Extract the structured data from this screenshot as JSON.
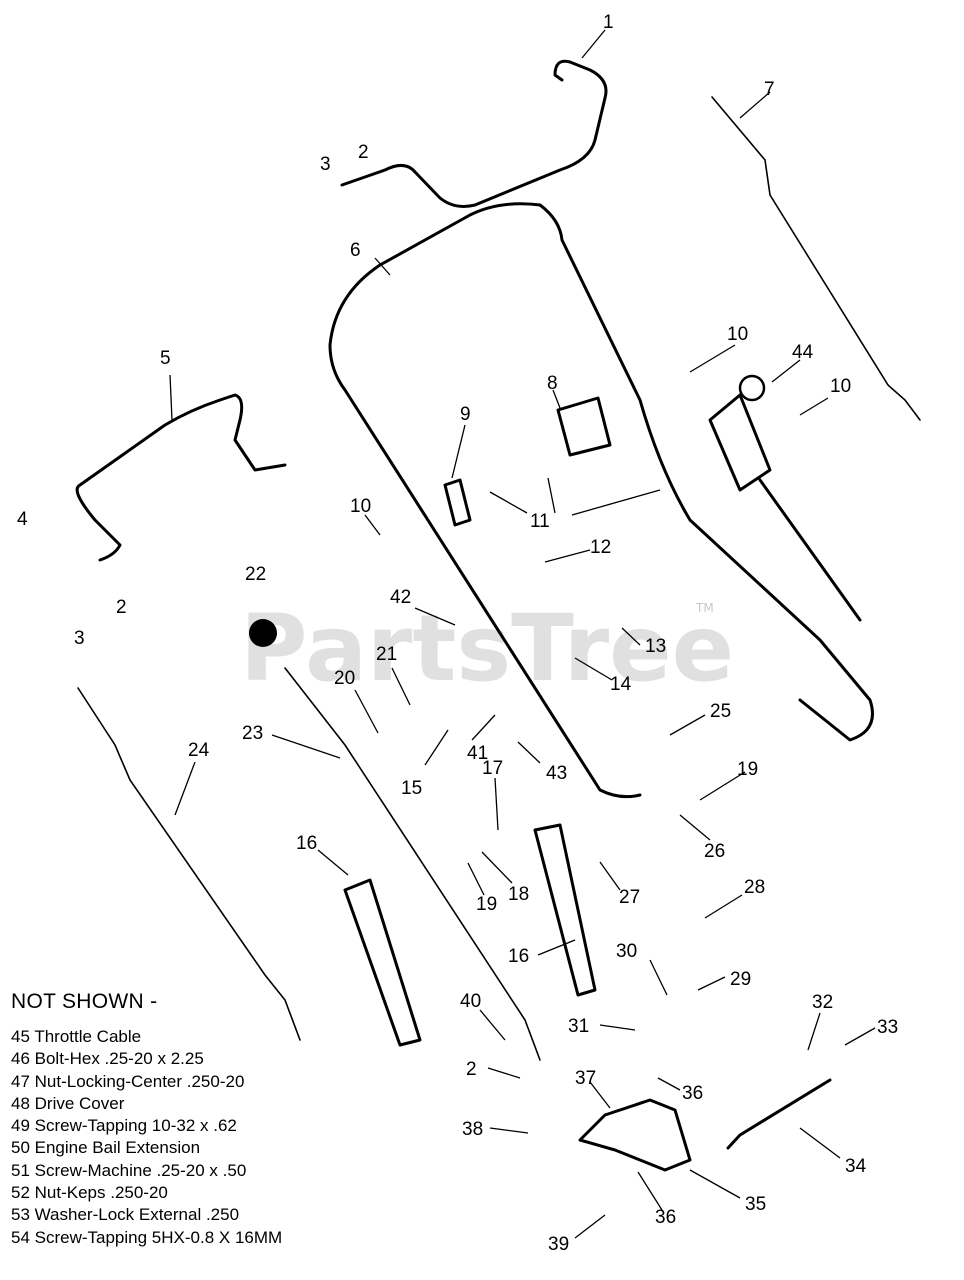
{
  "watermark": {
    "brand": "PartsTree",
    "trademark": "TM"
  },
  "callouts": {
    "c1": "1",
    "c2a": "2",
    "c3a": "3",
    "c6": "6",
    "c7": "7",
    "c10a": "10",
    "c44": "44",
    "c10b": "10",
    "c5": "5",
    "c8": "8",
    "c9": "9",
    "c4": "4",
    "c2b": "2",
    "c3b": "3",
    "c10c": "10",
    "c11": "11",
    "c12": "12",
    "c22": "22",
    "c42": "42",
    "c13": "13",
    "c14": "14",
    "c21": "21",
    "c20": "20",
    "c25": "25",
    "c23": "23",
    "c24": "24",
    "c41": "41",
    "c43": "43",
    "c15": "15",
    "c19a": "19",
    "c26": "26",
    "c17": "17",
    "c16a": "16",
    "c19b": "19",
    "c18": "18",
    "c27": "27",
    "c28": "28",
    "c30": "30",
    "c29": "29",
    "c16b": "16",
    "c31": "31",
    "c32": "32",
    "c33": "33",
    "c40": "40",
    "c2c": "2",
    "c37": "37",
    "c36a": "36",
    "c38": "38",
    "c34": "34",
    "c35": "35",
    "c36b": "36",
    "c39": "39"
  },
  "not_shown": {
    "heading": "NOT SHOWN -",
    "items": [
      "45 Throttle Cable",
      "46 Bolt-Hex .25-20 x 2.25",
      "47 Nut-Locking-Center .250-20",
      "48 Drive Cover",
      "49 Screw-Tapping 10-32 x .62",
      "50 Engine Bail Extension",
      "51 Screw-Machine .25-20 x .50",
      "52 Nut-Keps .250-20",
      "53 Washer-Lock External .250",
      "54 Screw-Tapping 5HX-0.8 X 16MM"
    ]
  }
}
